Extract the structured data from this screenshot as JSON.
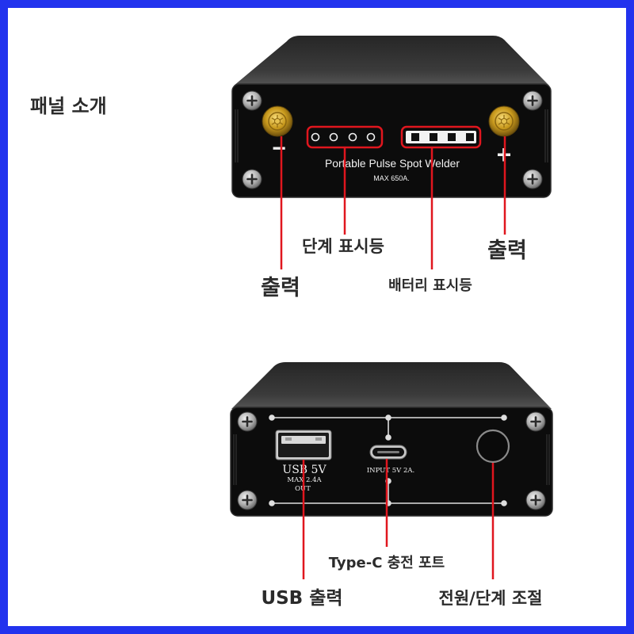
{
  "title": "패널 소개",
  "colors": {
    "frame": "#2233ee",
    "callout": "#e0161e",
    "device_body": "#0c0c0c",
    "terminal_gold": "#c99a1d"
  },
  "front_panel": {
    "brand": "Portable Pulse Spot Welder",
    "rating": "MAX 650A.",
    "minus_sign": "−",
    "plus_sign": "+",
    "callouts": {
      "level_indicator": "단계 표시등",
      "output_right": "출력",
      "output_left": "출력",
      "battery_indicator": "배터리 표시등"
    }
  },
  "back_panel": {
    "usb_label": "USB 5V",
    "usb_max": "MAX 2.4A",
    "usb_out": "OUT",
    "typec_label": "INPUT 5V 2A.",
    "callouts": {
      "typec_port": "Type-C 충전 포트",
      "usb_output": "USB 출력",
      "power_level": "전원/단계 조절"
    }
  }
}
